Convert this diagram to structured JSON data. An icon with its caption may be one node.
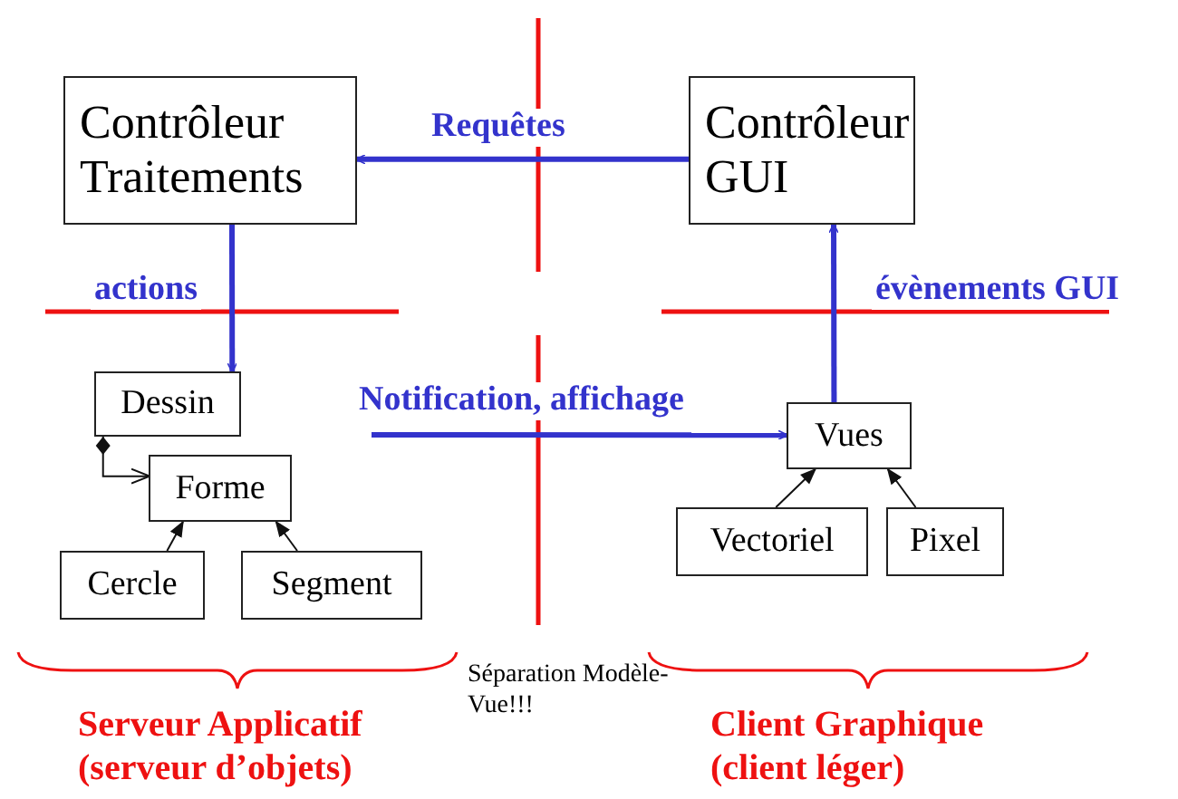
{
  "diagram": {
    "nodes": [
      {
        "text": [
          "Contrôleur Traitements"
        ]
      },
      {
        "text": [
          "Contrôleur GUI"
        ]
      },
      {
        "text": [
          "Dessin"
        ]
      },
      {
        "text": [
          "Forme"
        ]
      },
      {
        "text": [
          "Cercle"
        ]
      },
      {
        "text": [
          "Segment"
        ]
      },
      {
        "text": [
          "Vues"
        ]
      },
      {
        "text": [
          "Vectoriel"
        ]
      },
      {
        "text": [
          "Pixel"
        ]
      }
    ],
    "edges": [
      {
        "from": 1,
        "to": 0,
        "arrow": "to",
        "label": "Requêtes",
        "style": "thick",
        "color": "#3333cc"
      },
      {
        "from": 0,
        "to": 2,
        "arrow": "to",
        "label": "actions",
        "style": "thick",
        "color": "#3333cc"
      },
      {
        "from": 2,
        "to": 3,
        "arrow": "to"
      },
      {
        "from": 4,
        "to": 3,
        "arrow": "to"
      },
      {
        "from": 5,
        "to": 3,
        "arrow": "to"
      },
      {
        "from": null,
        "to": 6,
        "arrow": "to",
        "label": "Notification, affichage",
        "style": "thick",
        "color": "#3333cc"
      },
      {
        "from": 7,
        "to": 6,
        "arrow": "to"
      },
      {
        "from": 8,
        "to": 6,
        "arrow": "to"
      },
      {
        "from": 6,
        "to": 1,
        "arrow": "to",
        "label": "évènements GUI",
        "style": "thick",
        "color": "#3333cc"
      }
    ],
    "labels": [
      "Séparation Modèle-Vue!!!",
      "Serveur Applicatif (serveur d’objets)",
      "Client Graphique (client léger)"
    ]
  }
}
